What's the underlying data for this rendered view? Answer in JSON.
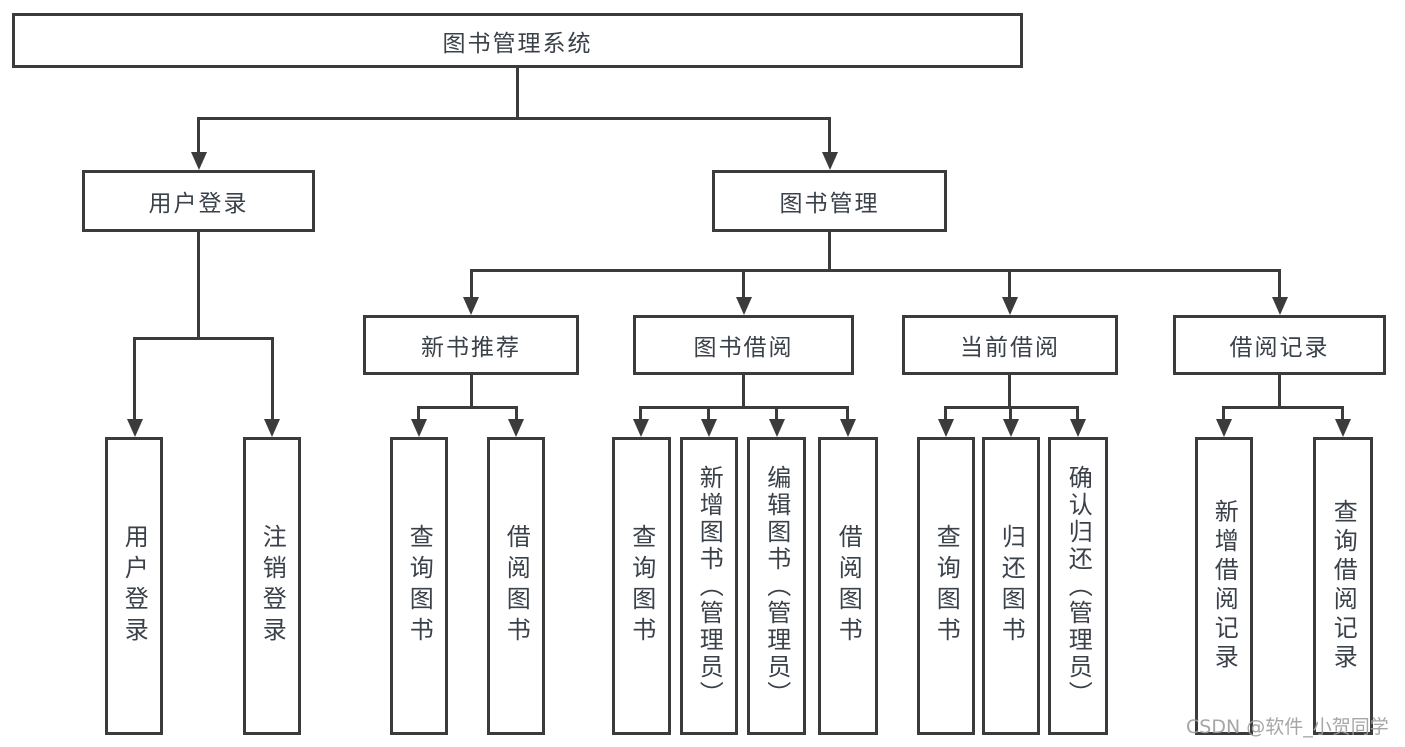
{
  "nodes": {
    "root": "图书管理系统",
    "user_login": "用户登录",
    "book_mgmt": "图书管理",
    "new_book": "新书推荐",
    "book_borrow": "图书借阅",
    "current_borrow": "当前借阅",
    "borrow_record": "借阅记录",
    "leaf_user_login": "用户登录",
    "leaf_logout": "注销登录",
    "leaf_nb_query": "查询图书",
    "leaf_nb_borrow": "借阅图书",
    "leaf_bb_query": "查询图书",
    "leaf_bb_add": "新增图书（管理员）",
    "leaf_bb_edit": "编辑图书（管理员）",
    "leaf_bb_borrow": "借阅图书",
    "leaf_cb_query": "查询图书",
    "leaf_cb_return": "归还图书",
    "leaf_cb_confirm": "确认归还（管理员）",
    "leaf_br_add": "新增借阅记录",
    "leaf_br_query": "查询借阅记录"
  },
  "watermark": "CSDN @软件_小贺同学",
  "colors": {
    "line": "#3b3b3b",
    "text": "#3a4149",
    "watermark": "#9e9e9e",
    "background": "#ffffff"
  }
}
